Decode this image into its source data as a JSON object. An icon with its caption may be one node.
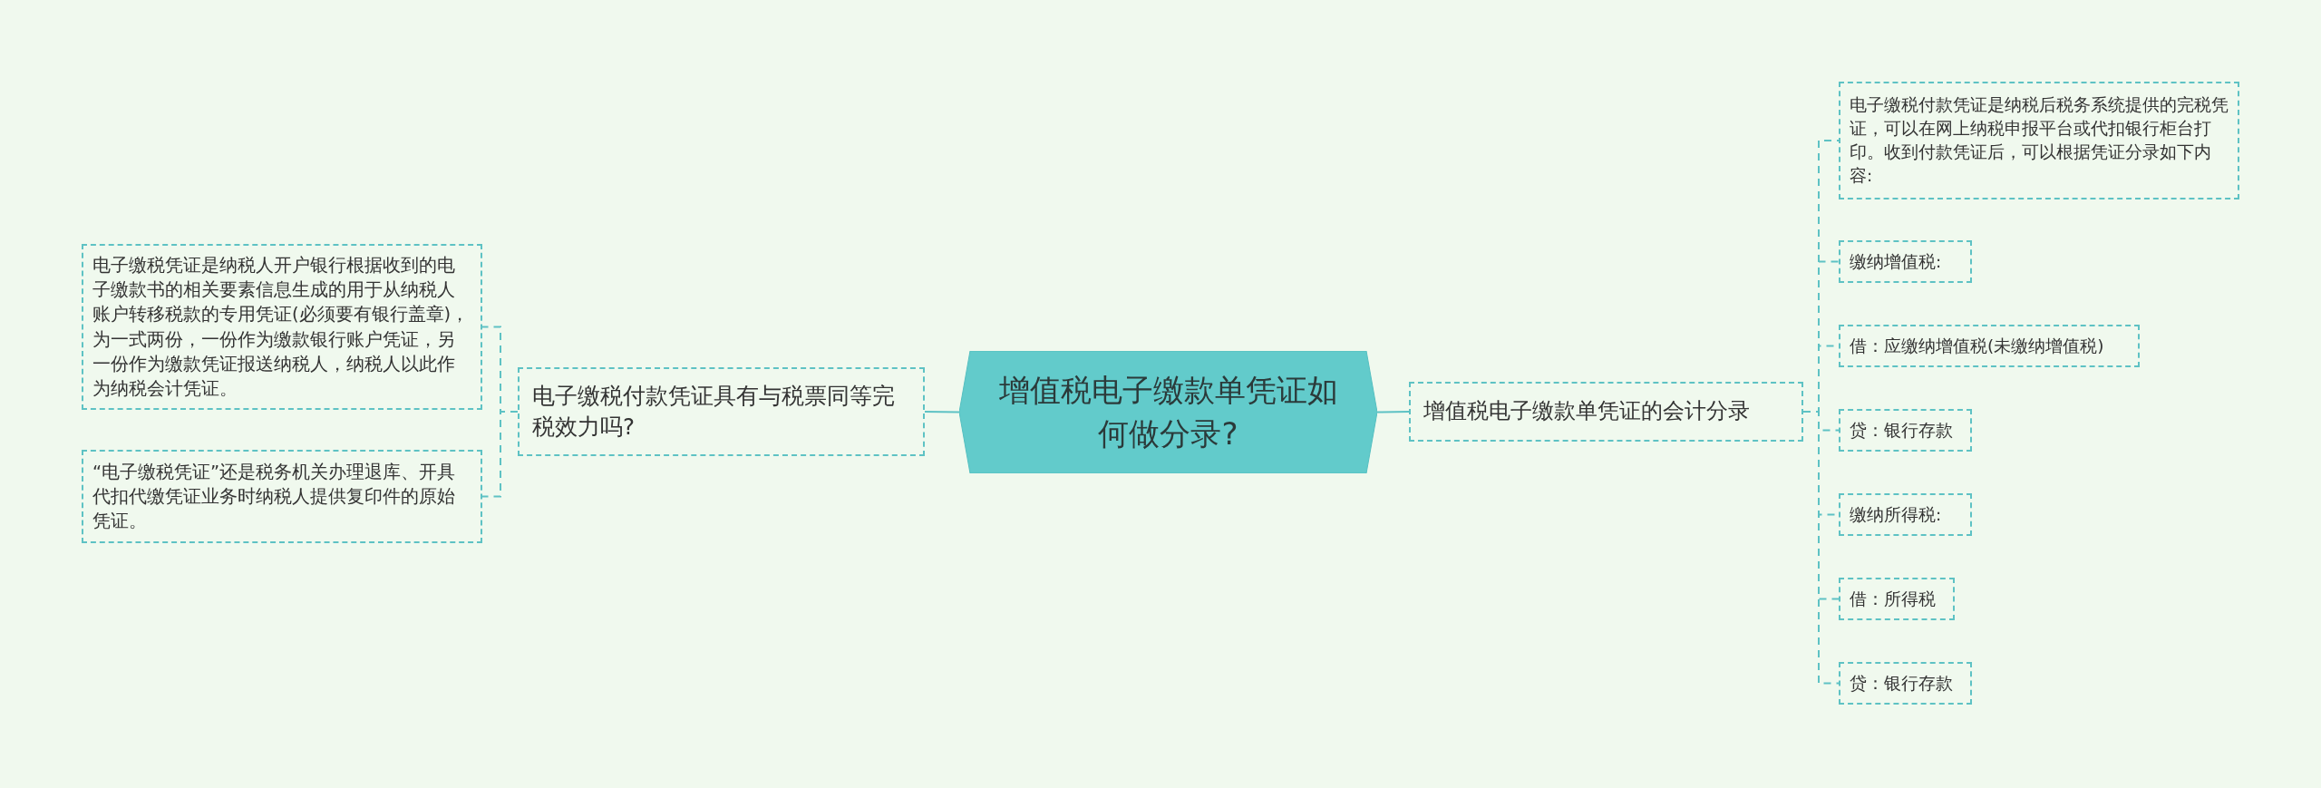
{
  "diagram": {
    "nodes": [
      {
        "text": [
          "增值税电子缴款单凭证如何做分录?"
        ]
      },
      {
        "text": [
          "电子缴税付款凭证具有与税票同等完税效力吗?"
        ]
      },
      {
        "text": [
          "电子缴税凭证是纳税人开户银行根据收到的电子缴款书的相关要素信息生成的用于从纳税人账户转移税款的专用凭证(必须要有银行盖章)，为一式两份，一份作为缴款银行账户凭证，另一份作为缴款凭证报送纳税人，纳税人以此作为纳税会计凭证。"
        ]
      },
      {
        "text": [
          "“电子缴税凭证”还是税务机关办理退库、开具代扣代缴凭证业务时纳税人提供复印件的原始凭证。"
        ]
      },
      {
        "text": [
          "增值税电子缴款单凭证的会计分录"
        ]
      },
      {
        "text": [
          "电子缴税付款凭证是纳税后税务系统提供的完税凭证，可以在网上纳税申报平台或代扣银行柜台打印。收到付款凭证后，可以根据凭证分录如下内容:"
        ]
      },
      {
        "text": [
          "缴纳增值税:"
        ]
      },
      {
        "text": [
          "借：应缴纳增值税(未缴纳增值税)"
        ]
      },
      {
        "text": [
          "贷：银行存款"
        ]
      },
      {
        "text": [
          "缴纳所得税:"
        ]
      },
      {
        "text": [
          "借：所得税"
        ]
      },
      {
        "text": [
          "贷：银行存款"
        ]
      }
    ],
    "edges": [
      {
        "from": 0,
        "to": 1,
        "arrow": "none"
      },
      {
        "from": 1,
        "to": 2,
        "arrow": "none",
        "style": "dashed"
      },
      {
        "from": 1,
        "to": 3,
        "arrow": "none",
        "style": "dashed"
      },
      {
        "from": 0,
        "to": 4,
        "arrow": "none"
      },
      {
        "from": 4,
        "to": 5,
        "arrow": "none",
        "style": "dashed"
      },
      {
        "from": 4,
        "to": 6,
        "arrow": "none",
        "style": "dashed"
      },
      {
        "from": 4,
        "to": 7,
        "arrow": "none",
        "style": "dashed"
      },
      {
        "from": 4,
        "to": 8,
        "arrow": "none",
        "style": "dashed"
      },
      {
        "from": 4,
        "to": 9,
        "arrow": "none",
        "style": "dashed"
      },
      {
        "from": 4,
        "to": 10,
        "arrow": "none",
        "style": "dashed"
      },
      {
        "from": 4,
        "to": 11,
        "arrow": "none",
        "style": "dashed"
      }
    ]
  }
}
